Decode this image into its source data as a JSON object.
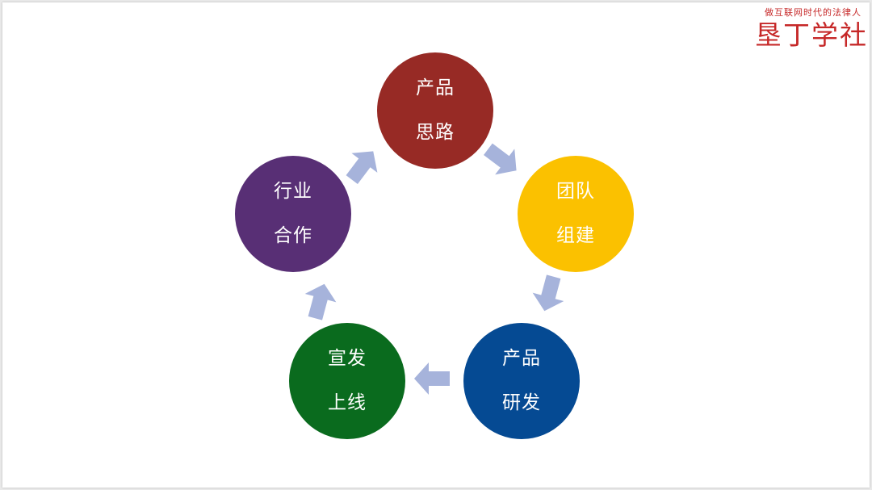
{
  "logo": {
    "tagline": "做互联网时代的法律人",
    "name": "垦丁学社"
  },
  "colors": {
    "arrow": "#a6b3db",
    "product_thinking": "#972a25",
    "team_building": "#fbc100",
    "product_dev": "#054a93",
    "launch": "#0a6b1e",
    "industry_coop": "#582f75"
  },
  "cycle": [
    {
      "line1": "产品",
      "line2": "思路"
    },
    {
      "line1": "团队",
      "line2": "组建"
    },
    {
      "line1": "产品",
      "line2": "研发"
    },
    {
      "line1": "宣发",
      "line2": "上线"
    },
    {
      "line1": "行业",
      "line2": "合作"
    }
  ]
}
